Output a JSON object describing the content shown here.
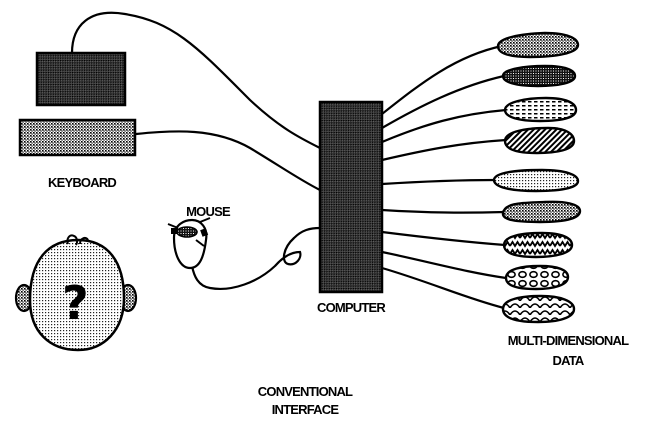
{
  "labels": {
    "keyboard": "KEYBOARD",
    "mouse": "MOUSE",
    "computer": "COMPUTER",
    "data_line1": "MULTI-DIMENSIONAL",
    "data_line2": "DATA",
    "caption_line1": "CONVENTIONAL",
    "caption_line2": "INTERFACE",
    "user_mark": "?"
  },
  "data_blobs": [
    {
      "name": "data-blob-1",
      "pattern": "dots"
    },
    {
      "name": "data-blob-2",
      "pattern": "dark-dots"
    },
    {
      "name": "data-blob-3",
      "pattern": "dashes"
    },
    {
      "name": "data-blob-4",
      "pattern": "diagonal-hatch"
    },
    {
      "name": "data-blob-5",
      "pattern": "light-dots"
    },
    {
      "name": "data-blob-6",
      "pattern": "dots"
    },
    {
      "name": "data-blob-7",
      "pattern": "zigzag"
    },
    {
      "name": "data-blob-8",
      "pattern": "ovals"
    },
    {
      "name": "data-blob-9",
      "pattern": "scales"
    }
  ],
  "colors": {
    "ink": "#000000",
    "background": "#ffffff",
    "stipple": "#7a7a7a"
  }
}
